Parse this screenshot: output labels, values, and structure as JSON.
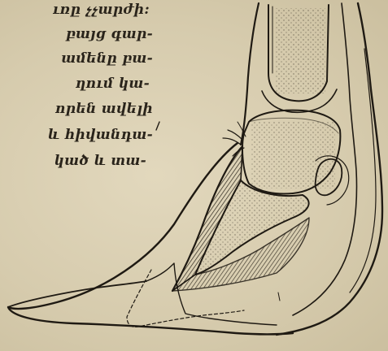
{
  "text_lines": [
    "ւռը չչարժի:",
    "բայց գար-",
    "ամենը բա-",
    "ղում կա-",
    "որեն ավելի",
    "և հիվանդա-",
    "կած և տա-"
  ],
  "colors": {
    "paper": "#d8cdb0",
    "ink": "#2a241b"
  }
}
